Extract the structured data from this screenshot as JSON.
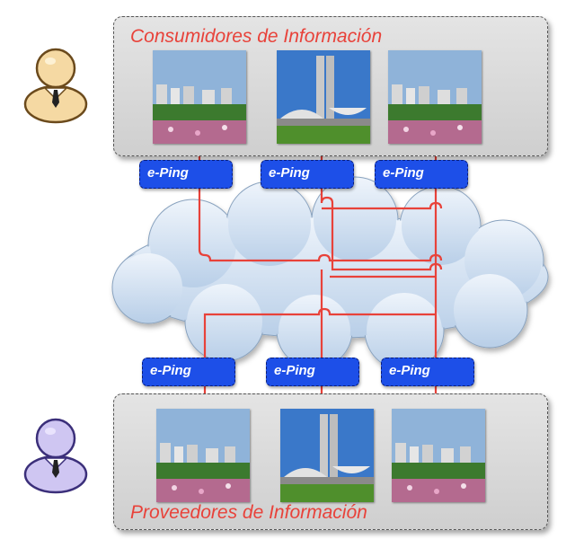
{
  "consumers": {
    "title": "Consumidores de Información",
    "photos": [
      "plaza",
      "congress",
      "plaza"
    ]
  },
  "providers": {
    "title": "Proveedores de Información",
    "photos": [
      "plaza",
      "congress",
      "plaza"
    ]
  },
  "badges": {
    "top": [
      "e-Ping",
      "e-Ping",
      "e-Ping"
    ],
    "bottom": [
      "e-Ping",
      "e-Ping",
      "e-Ping"
    ]
  },
  "icons": {
    "consumer": "user-icon",
    "provider": "user-icon"
  },
  "colors": {
    "title": "#e8423a",
    "badge": "#1d4fe8",
    "line": "#e8423a",
    "cloud": "#cfe0f2",
    "consumer_user": "#f5d9a3",
    "provider_user": "#cfc6f2"
  }
}
